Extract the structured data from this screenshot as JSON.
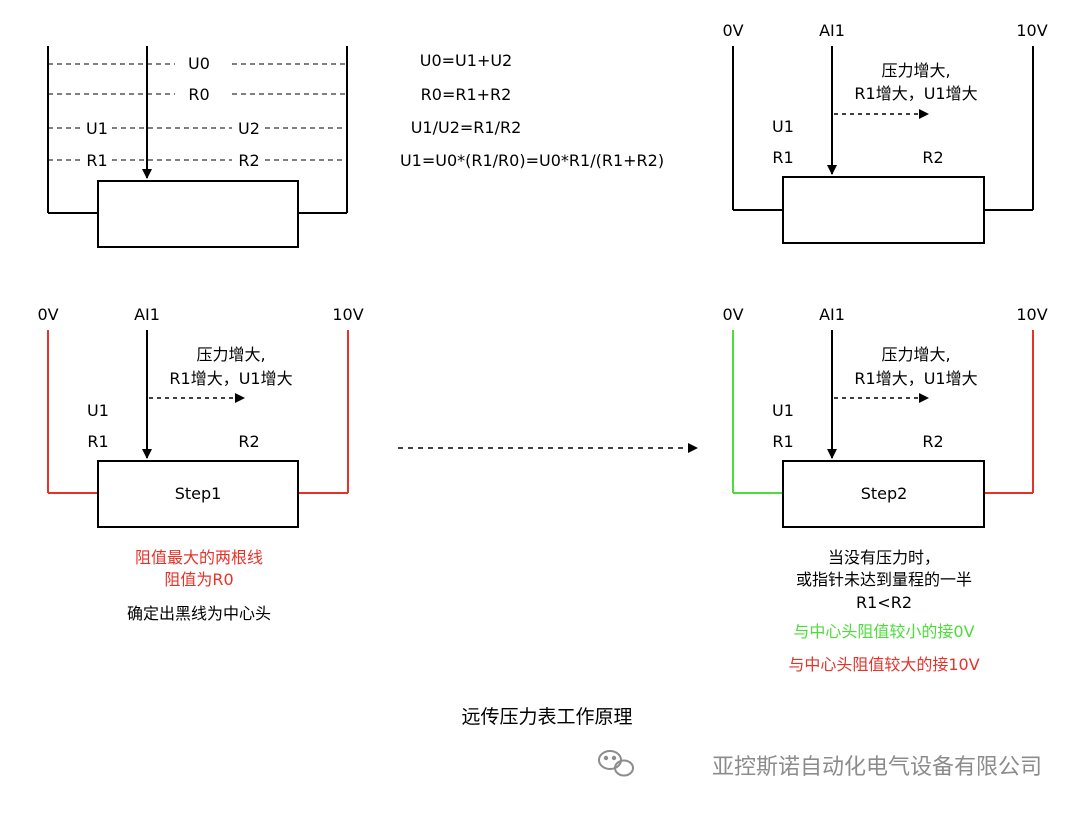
{
  "diagram1": {
    "labels": {
      "u0": "U0",
      "r0": "R0",
      "u1": "U1",
      "u2": "U2",
      "r1": "R1",
      "r2": "R2"
    }
  },
  "formulas": [
    "U0=U1+U2",
    "R0=R1+R2",
    "U1/U2=R1/R2",
    "U1=U0*(R1/R0)=U0*R1/(R1+R2)"
  ],
  "diagram2": {
    "v0": "0V",
    "ai1": "AI1",
    "v10": "10V",
    "arrow_note_1": "压力增大,",
    "arrow_note_2": "R1增大，U1增大",
    "u1": "U1",
    "r1": "R1",
    "r2": "R2"
  },
  "step1": {
    "v0": "0V",
    "ai1": "AI1",
    "v10": "10V",
    "arrow_note_1": "压力增大,",
    "arrow_note_2": "R1增大，U1增大",
    "u1": "U1",
    "r1": "R1",
    "r2": "R2",
    "box_label": "Step1",
    "note_red_1": "阻值最大的两根线",
    "note_red_2": "阻值为R0",
    "note_black": "确定出黑线为中心头",
    "colors": {
      "left_wire": "#e5332a",
      "right_wire": "#e5332a"
    }
  },
  "step2": {
    "v0": "0V",
    "ai1": "AI1",
    "v10": "10V",
    "arrow_note_1": "压力增大,",
    "arrow_note_2": "R1增大，U1增大",
    "u1": "U1",
    "r1": "R1",
    "r2": "R2",
    "box_label": "Step2",
    "note_1": "当没有压力时，",
    "note_2": "或指针未达到量程的一半",
    "note_3": "R1<R2",
    "note_green": "与中心头阻值较小的接0V",
    "note_red": "与中心头阻值较大的接10V",
    "colors": {
      "left_wire": "#4ddd3a",
      "right_wire": "#e5332a"
    }
  },
  "title": "远传压力表工作原理",
  "watermark": {
    "icon": "wechat-icon",
    "text": "亚控斯诺自动化电气设备有限公司"
  }
}
